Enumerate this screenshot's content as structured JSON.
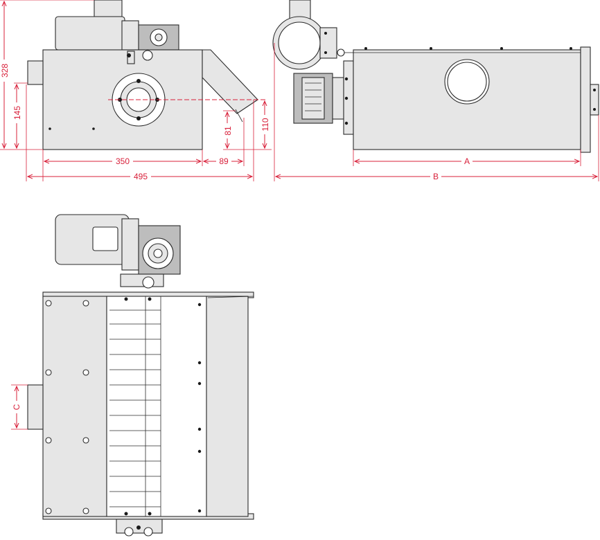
{
  "colors": {
    "dimension": "#d8203a",
    "body": "#e6e6e6",
    "outline": "#2a2a2a"
  },
  "dimensions": {
    "h_328": "328",
    "h_145": "145",
    "h_81": "81",
    "h_110": "110",
    "w_350": "350",
    "w_89": "89",
    "w_495": "495",
    "w_A": "A",
    "w_B": "B",
    "w_C": "C"
  }
}
